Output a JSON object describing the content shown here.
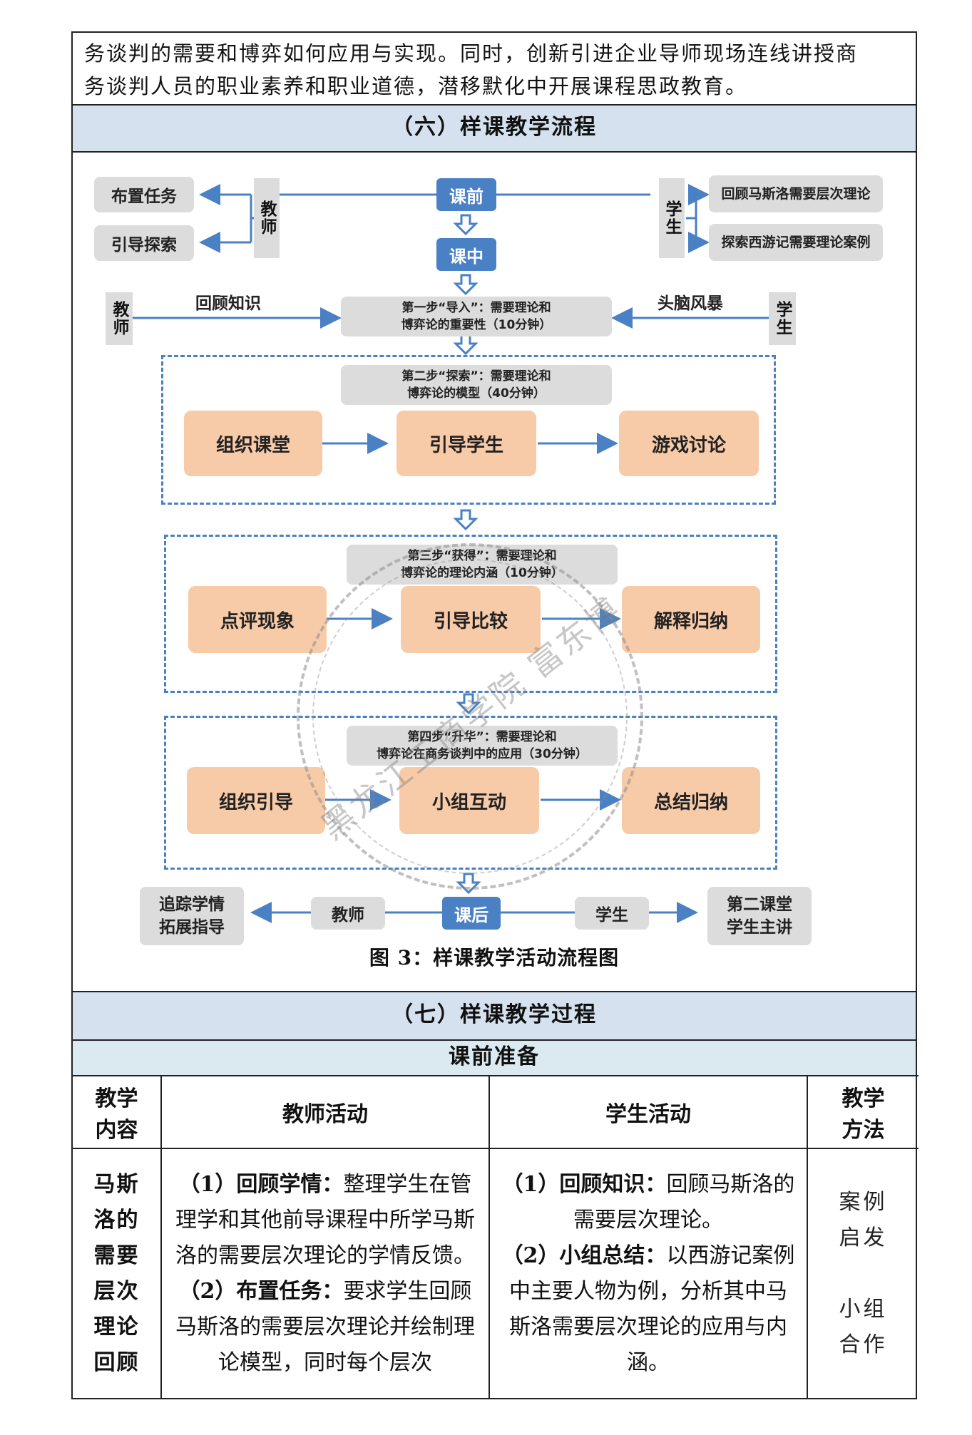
{
  "intro": {
    "line1": "务谈判的需要和博弈如何应用与实现。同时，创新引进企业导师现场连线讲授商",
    "line2": "务谈判人员的职业素养和职业道德，潜移默化中开展课程思政教育。"
  },
  "section6_title": "（六）样课教学流程",
  "flow": {
    "top_left_1": "布置任务",
    "top_left_2": "引导探索",
    "teacher": "教师",
    "student": "学生",
    "pre_class": "课前",
    "in_class": "课中",
    "after_class": "课后",
    "top_right_1": "回顾马斯洛需要层次理论",
    "top_right_2": "探索西游记需要理论案例",
    "review_knowledge": "回顾知识",
    "brainstorm": "头脑风暴",
    "step1_l1": "第一步“导入”：需要理论和",
    "step1_l2": "博弈论的重要性（10分钟）",
    "step2_l1": "第二步“探索”：需要理论和",
    "step2_l2": "博弈论的模型（40分钟）",
    "step2_a": "组织课堂",
    "step2_b": "引导学生",
    "step2_c": "游戏讨论",
    "step3_l1": "第三步“获得”：需要理论和",
    "step3_l2": "博弈论的理论内涵（10分钟）",
    "step3_a": "点评现象",
    "step3_b": "引导比较",
    "step3_c": "解释归纳",
    "step4_l1": "第四步“升华”：需要理论和",
    "step4_l2": "博弈论在商务谈判中的应用（30分钟）",
    "step4_a": "组织引导",
    "step4_b": "小组互动",
    "step4_c": "总结归纳",
    "bottom_left_l1": "追踪学情",
    "bottom_left_l2": "拓展指导",
    "bottom_right_l1": "第二课堂",
    "bottom_right_l2": "学生主讲",
    "caption": "图 3：样课教学活动流程图",
    "watermark": "黑龙江工商学院 富东博"
  },
  "section7_title": "（七）样课教学过程",
  "prep_title": "课前准备",
  "table": {
    "headers": {
      "content_l1": "教学",
      "content_l2": "内容",
      "teacher": "教师活动",
      "student": "学生活动",
      "method_l1": "教学",
      "method_l2": "方法"
    },
    "row1": {
      "content_lines": [
        "马斯",
        "洛的",
        "需要",
        "层次",
        "理论",
        "回顾"
      ],
      "t1_bold": "（1）回顾学情：",
      "t1_text": "整理学生在管理学和其他前导课程中所学马斯洛的需要层次理论的学情反馈。",
      "t2_bold": "（2）布置任务：",
      "t2_text": "要求学生回顾马斯洛的需要层次理论并绘制理论模型，同时每个层次",
      "s1_bold": "（1）回顾知识：",
      "s1_text": "回顾马斯洛的需要层次理论。",
      "s2_bold": "（2）小组总结：",
      "s2_text": "以西游记案例中主要人物为例，分析其中马斯洛需要层次理论的应用与内涵。",
      "m1_l1": "案例",
      "m1_l2": "启发",
      "m2_l1": "小组",
      "m2_l2": "合作"
    }
  }
}
